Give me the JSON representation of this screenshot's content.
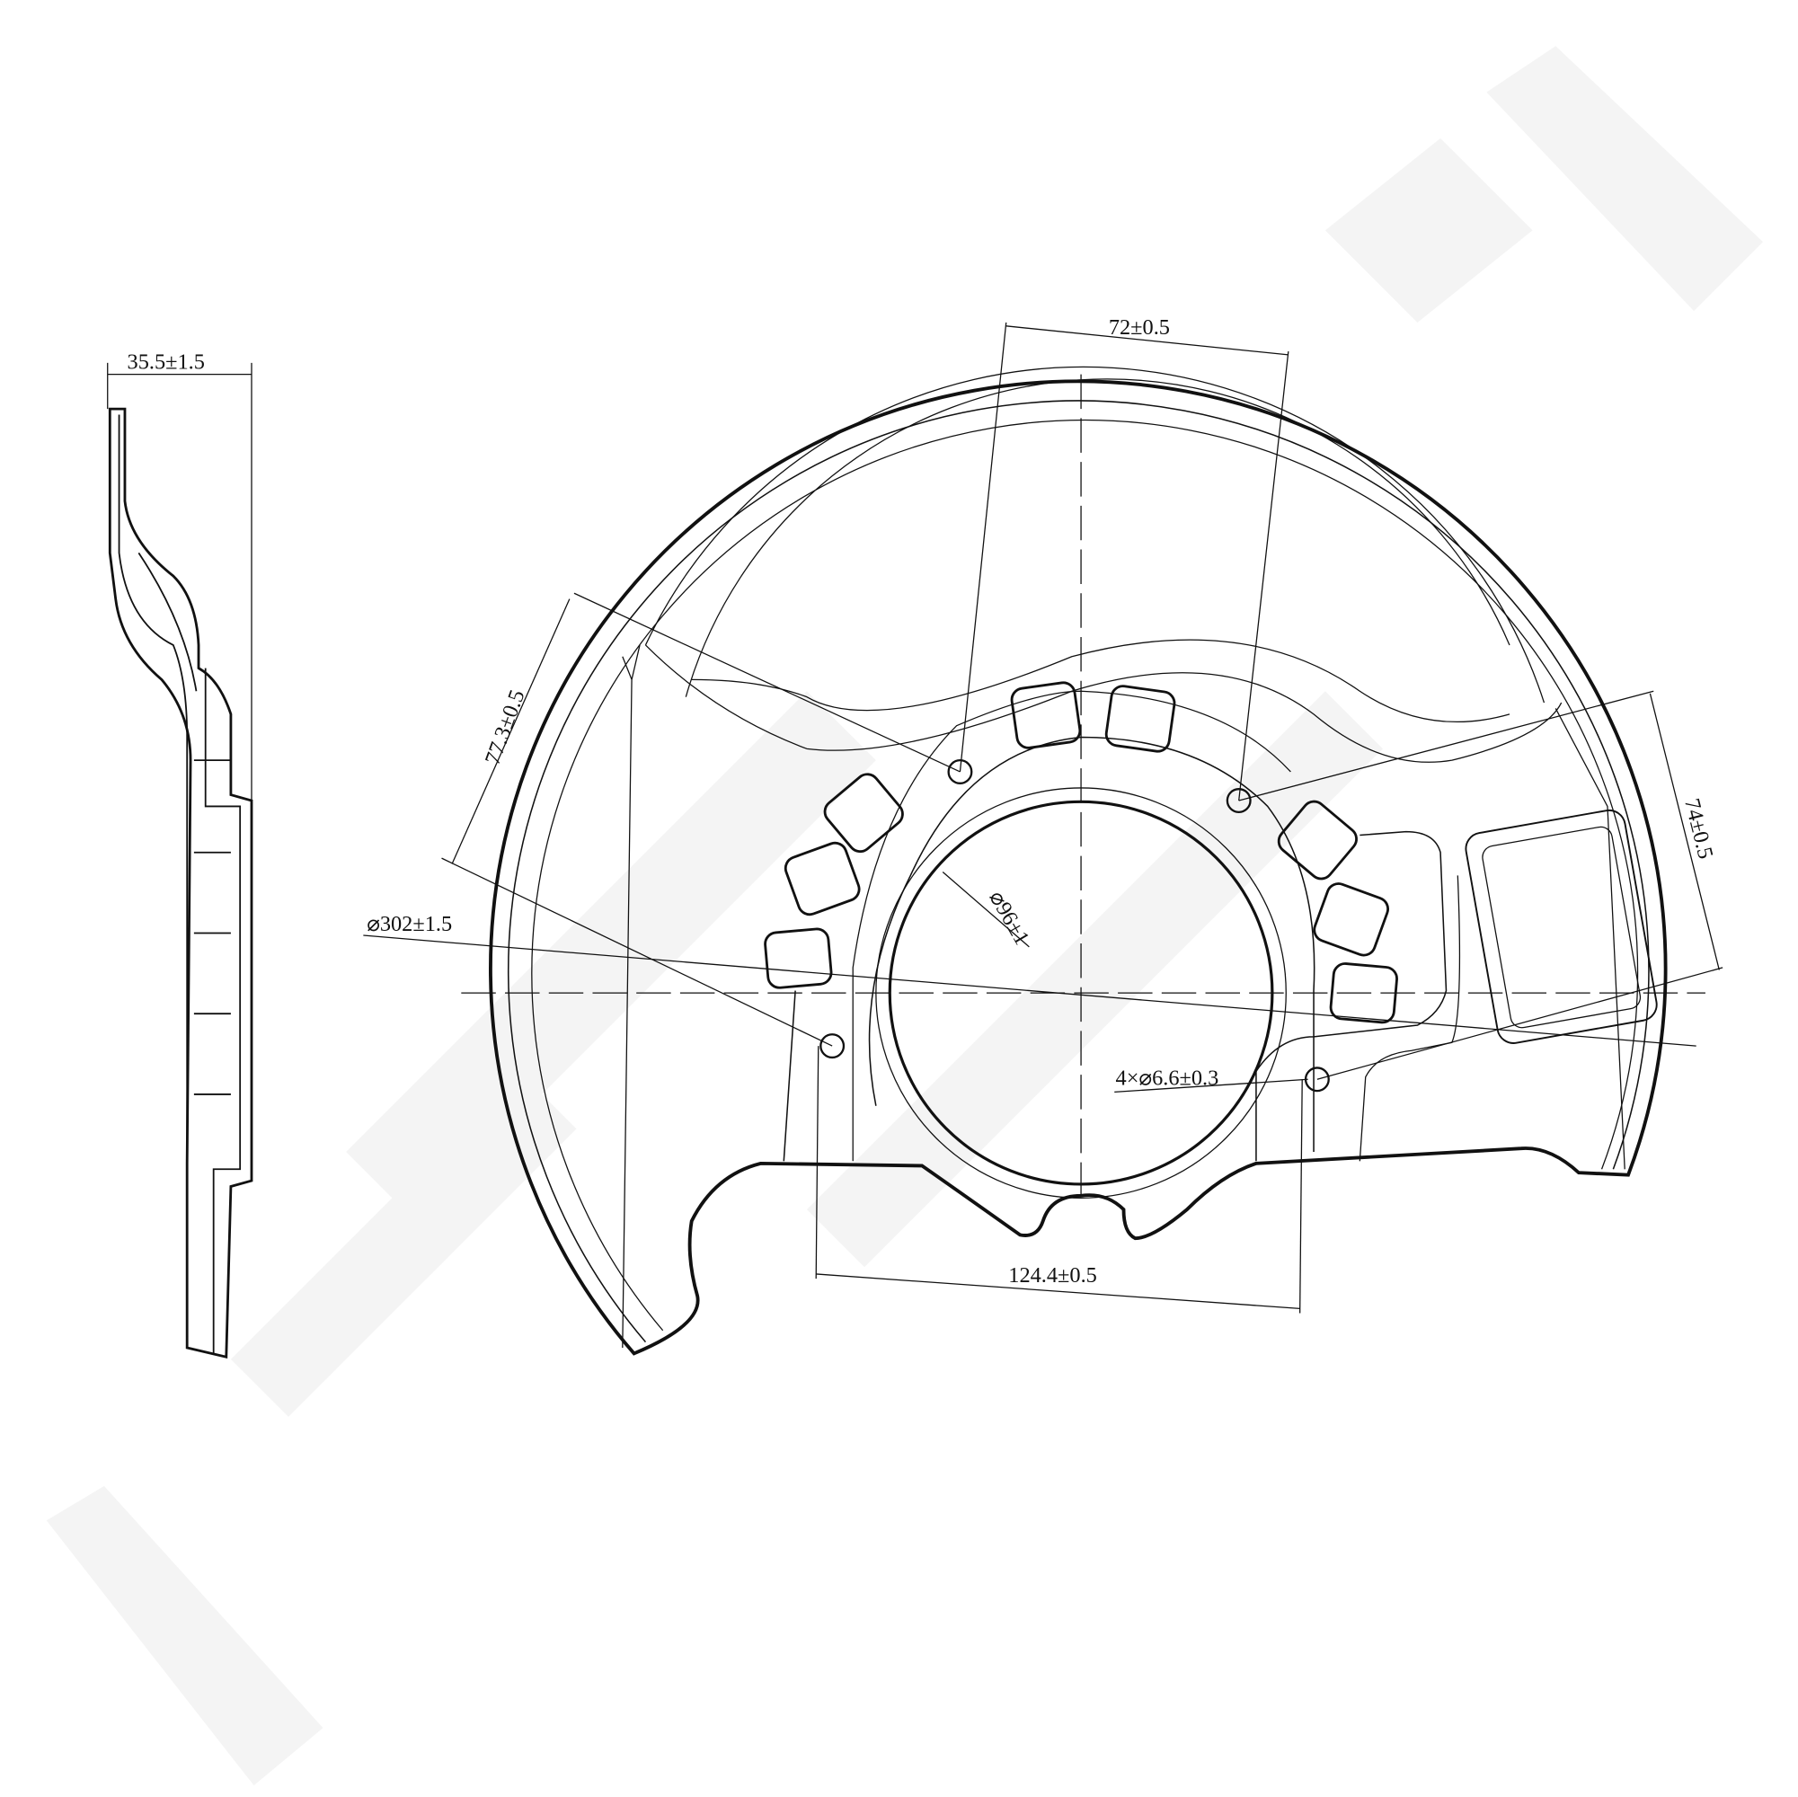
{
  "drawing": {
    "dimensions": {
      "side_thickness": "35.5±1.5",
      "top_bolt_spacing": "72±0.5",
      "left_offset": "77.3±0.5",
      "outer_diameter": "⌀302±1.5",
      "hub_diameter": "⌀96±1",
      "right_offset": "74±0.5",
      "bolt_holes": "4×⌀6.6±0.3",
      "bottom_bolt_spacing": "124.4±0.5"
    },
    "colors": {
      "line": "#111111",
      "watermark": "#f3f3f3"
    }
  }
}
